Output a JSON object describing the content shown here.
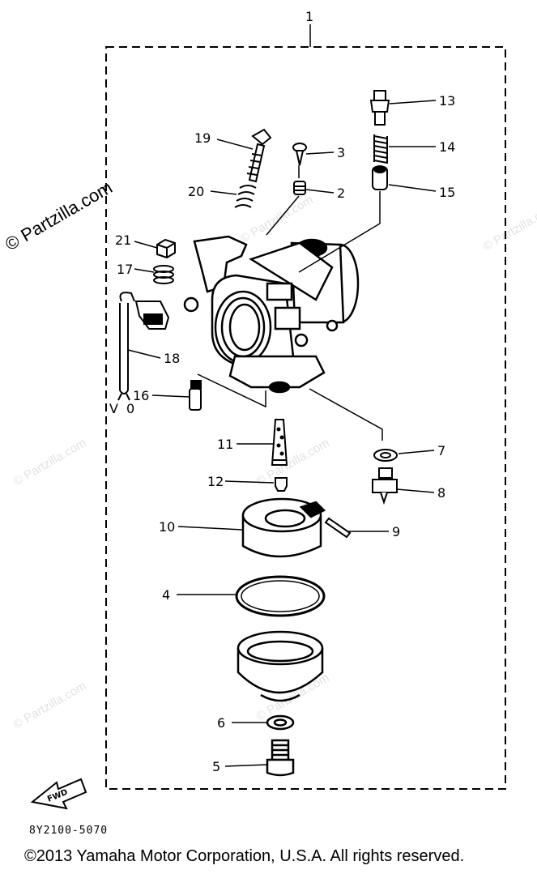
{
  "diagram": {
    "callouts": [
      "1",
      "2",
      "3",
      "4",
      "5",
      "6",
      "7",
      "8",
      "9",
      "10",
      "11",
      "12",
      "13",
      "14",
      "15",
      "16",
      "17",
      "18",
      "19",
      "20",
      "21"
    ],
    "fwd_label": "FWD",
    "hose_label": "V",
    "part_code": "8Y2100-5070"
  },
  "watermark": {
    "main": "© Partzilla.com",
    "faint": "© Partzilla.com"
  },
  "footer": {
    "copyright": "©2013  Yamaha Motor Corporation, U.S.A. All rights reserved."
  }
}
